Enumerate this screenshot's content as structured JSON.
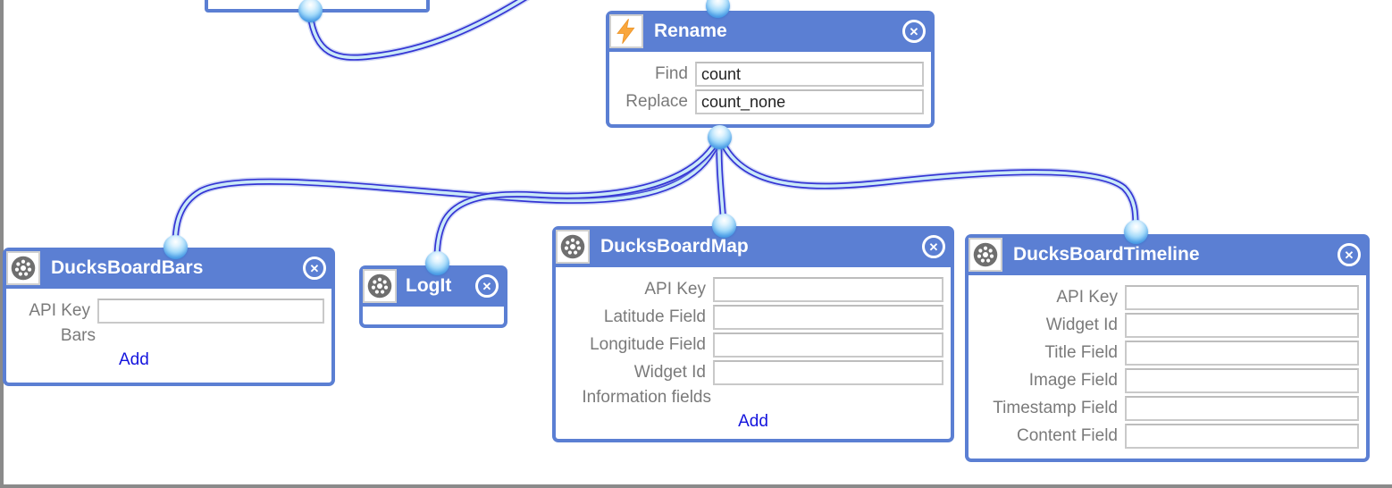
{
  "icons": {
    "close_glyph": "✕"
  },
  "colors": {
    "node_blue": "#5b7fd3",
    "wire_edge": "#3434d4",
    "wire_core": "#c9e9f8",
    "link_blue": "#1414dd",
    "canvas_edge_gray": "#8a8a8a"
  },
  "nodes": {
    "rename": {
      "title": "Rename",
      "fields": [
        {
          "label": "Find",
          "value": "count"
        },
        {
          "label": "Replace",
          "value": "count_none"
        }
      ]
    },
    "ducksboard_bars": {
      "title": "DucksBoardBars",
      "fields": [
        {
          "label": "API Key",
          "value": ""
        }
      ],
      "list_label": "Bars",
      "add_label": "Add"
    },
    "logit": {
      "title": "LogIt"
    },
    "ducksboard_map": {
      "title": "DucksBoardMap",
      "fields": [
        {
          "label": "API Key",
          "value": ""
        },
        {
          "label": "Latitude Field",
          "value": ""
        },
        {
          "label": "Longitude Field",
          "value": ""
        },
        {
          "label": "Widget Id",
          "value": ""
        }
      ],
      "list_label": "Information fields",
      "add_label": "Add"
    },
    "ducksboard_timeline": {
      "title": "DucksBoardTimeline",
      "fields": [
        {
          "label": "API Key",
          "value": ""
        },
        {
          "label": "Widget Id",
          "value": ""
        },
        {
          "label": "Title Field",
          "value": ""
        },
        {
          "label": "Image Field",
          "value": ""
        },
        {
          "label": "Timestamp Field",
          "value": ""
        },
        {
          "label": "Content Field",
          "value": ""
        }
      ]
    }
  }
}
